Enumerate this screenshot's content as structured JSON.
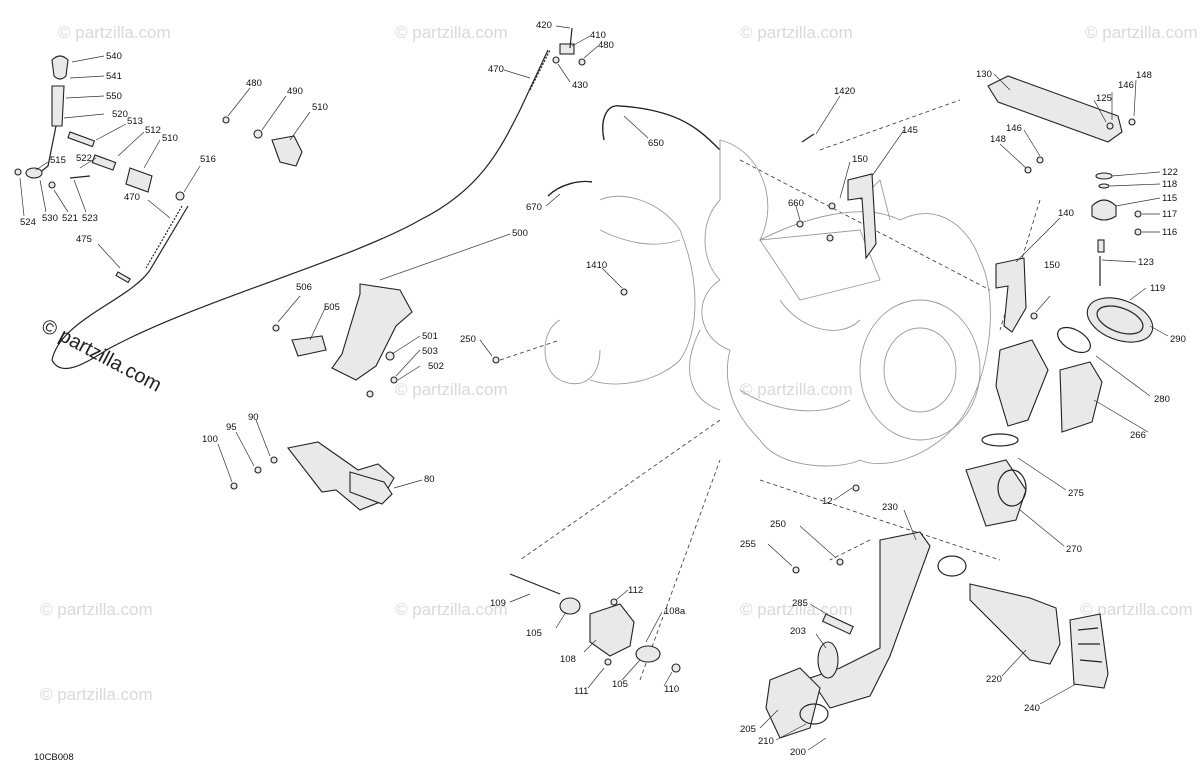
{
  "watermark": {
    "brand": "© partzilla.com"
  },
  "document_id": "10CB008",
  "callouts": [
    {
      "label": "540"
    },
    {
      "label": "541"
    },
    {
      "label": "550"
    },
    {
      "label": "520"
    },
    {
      "label": "513"
    },
    {
      "label": "512"
    },
    {
      "label": "510"
    },
    {
      "label": "522"
    },
    {
      "label": "515"
    },
    {
      "label": "516"
    },
    {
      "label": "524"
    },
    {
      "label": "530"
    },
    {
      "label": "521"
    },
    {
      "label": "523"
    },
    {
      "label": "470"
    },
    {
      "label": "475"
    },
    {
      "label": "480"
    },
    {
      "label": "490"
    },
    {
      "label": "510"
    },
    {
      "label": "420"
    },
    {
      "label": "410"
    },
    {
      "label": "480"
    },
    {
      "label": "470"
    },
    {
      "label": "430"
    },
    {
      "label": "650"
    },
    {
      "label": "670"
    },
    {
      "label": "1420"
    },
    {
      "label": "145"
    },
    {
      "label": "150"
    },
    {
      "label": "660"
    },
    {
      "label": "1410"
    },
    {
      "label": "500"
    },
    {
      "label": "506"
    },
    {
      "label": "505"
    },
    {
      "label": "501"
    },
    {
      "label": "503"
    },
    {
      "label": "502"
    },
    {
      "label": "250"
    },
    {
      "label": "130"
    },
    {
      "label": "148"
    },
    {
      "label": "146"
    },
    {
      "label": "125"
    },
    {
      "label": "146"
    },
    {
      "label": "148"
    },
    {
      "label": "122"
    },
    {
      "label": "118"
    },
    {
      "label": "115"
    },
    {
      "label": "117"
    },
    {
      "label": "116"
    },
    {
      "label": "140"
    },
    {
      "label": "123"
    },
    {
      "label": "150"
    },
    {
      "label": "119"
    },
    {
      "label": "290"
    },
    {
      "label": "280"
    },
    {
      "label": "266"
    },
    {
      "label": "275"
    },
    {
      "label": "270"
    },
    {
      "label": "100"
    },
    {
      "label": "95"
    },
    {
      "label": "90"
    },
    {
      "label": "80"
    },
    {
      "label": "12"
    },
    {
      "label": "230"
    },
    {
      "label": "250"
    },
    {
      "label": "255"
    },
    {
      "label": "109"
    },
    {
      "label": "112"
    },
    {
      "label": "105"
    },
    {
      "label": "108a"
    },
    {
      "label": "108"
    },
    {
      "label": "105"
    },
    {
      "label": "111"
    },
    {
      "label": "110"
    },
    {
      "label": "285"
    },
    {
      "label": "203"
    },
    {
      "label": "220"
    },
    {
      "label": "240"
    },
    {
      "label": "205"
    },
    {
      "label": "210"
    },
    {
      "label": "200"
    }
  ]
}
